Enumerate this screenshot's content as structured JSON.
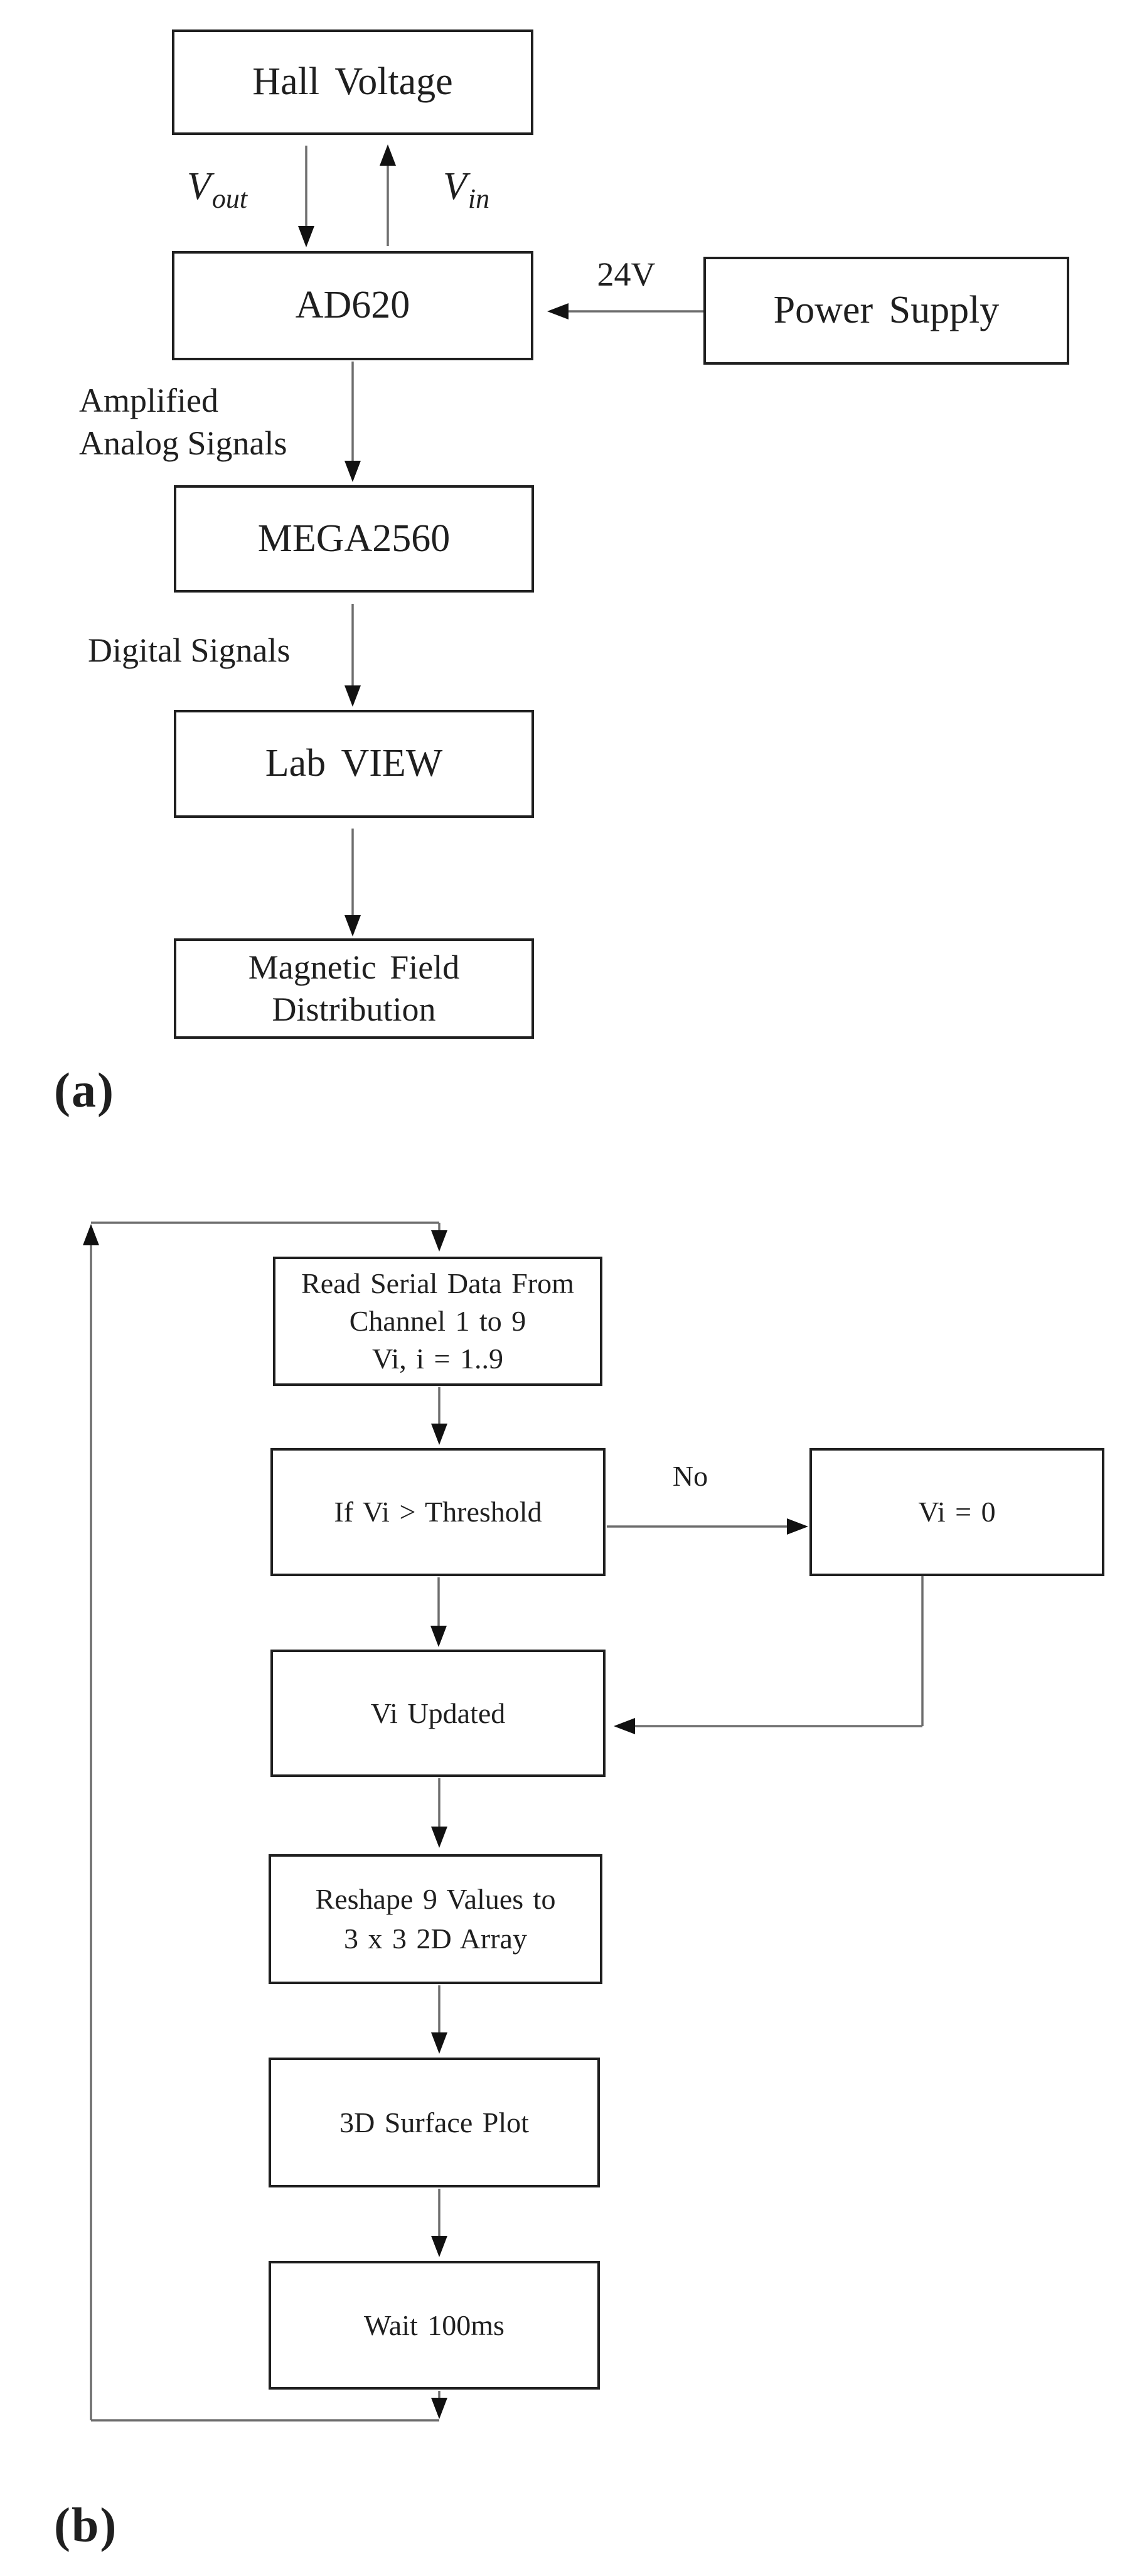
{
  "figure": {
    "caption_a": "(a)",
    "caption_b": "(b)"
  },
  "flow_a": {
    "boxes": {
      "hall": "Hall Voltage",
      "ad620": "AD620",
      "power": "Power Supply",
      "mega": "MEGA2560",
      "labview": "Lab VIEW",
      "magnetic_lines": [
        "Magnetic Field",
        "Distribution"
      ]
    },
    "labels": {
      "vout_base": "V",
      "vout_sub": "out",
      "vin_base": "V",
      "vin_sub": "in",
      "supply_voltage": "24V",
      "amplified_lines": [
        "Amplified",
        "Analog Signals"
      ],
      "digital": "Digital Signals"
    }
  },
  "flow_b": {
    "boxes": {
      "read_lines": [
        "Read Serial Data From",
        "Channel 1 to 9",
        "Vi, i = 1..9"
      ],
      "threshold": "If Vi > Threshold",
      "vi_zero": "Vi = 0",
      "vi_updated": "Vi Updated",
      "reshape_lines": [
        "Reshape 9 Values to",
        "3 x 3 2D Array"
      ],
      "surface": "3D Surface Plot",
      "wait": "Wait 100ms"
    },
    "labels": {
      "no": "No"
    }
  }
}
